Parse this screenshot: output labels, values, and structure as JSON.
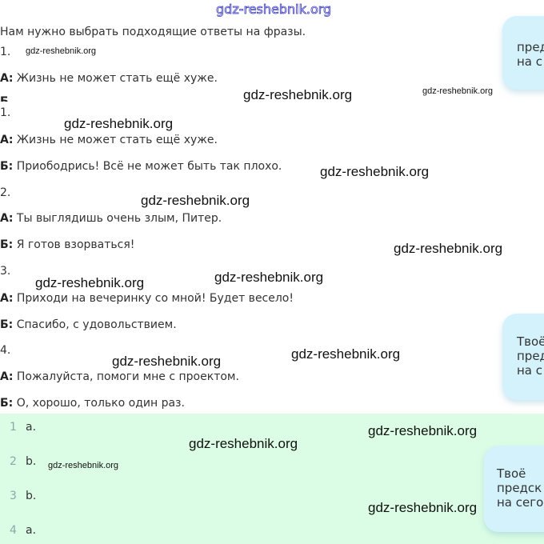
{
  "header_watermark": "gdz-reshebnik.org",
  "intro": "Нам нужно выбрать подходящие ответы на фразы.",
  "partial": {
    "num": "1.",
    "a_label": "А:",
    "a_text": "Жизнь не может стать ещё хуже.",
    "cut": "Б"
  },
  "dialogues": [
    {
      "num": "1.",
      "a_label": "А:",
      "a_text": "Жизнь не может стать ещё хуже.",
      "b_label": "Б:",
      "b_text": "Приободрись! Всё не может быть так плохо."
    },
    {
      "num": "2.",
      "a_label": "А:",
      "a_text": "Ты выглядишь очень злым, Питер.",
      "b_label": "Б:",
      "b_text": "Я готов взорваться!"
    },
    {
      "num": "3.",
      "a_label": "А:",
      "a_text": "Приходи на вечеринку со мной! Будет весело!",
      "b_label": "Б:",
      "b_text": "Спасибо, с удовольствием."
    },
    {
      "num": "4.",
      "a_label": "А:",
      "a_text": "Пожалуйста, помоги мне с проектом.",
      "b_label": "Б:",
      "b_text": "О, хорошо, только один раз."
    }
  ],
  "answers": [
    {
      "num": "1",
      "val": "a."
    },
    {
      "num": "2",
      "val": "b."
    },
    {
      "num": "3",
      "val": "b."
    },
    {
      "num": "4",
      "val": "a."
    }
  ],
  "bubbles": [
    {
      "text": "пред\nна с"
    },
    {
      "text": "Твоё\nпред\nна с"
    },
    {
      "text": "Твоё\nпредск\nна сего"
    }
  ],
  "watermarks": [
    "gdz-reshebnik.org",
    "gdz-reshebnik.org",
    "gdz-reshebnik.org",
    "gdz-reshebnik.org",
    "gdz-reshebnik.org",
    "gdz-reshebnik.org",
    "gdz-reshebnik.org",
    "gdz-reshebnik.org",
    "gdz-reshebnik.org",
    "gdz-reshebnik.org",
    "gdz-reshebnik.org",
    "gdz-reshebnik.org",
    "gdz-reshebnik.org",
    "gdz-reshebnik.org",
    "gdz-reshebnik.org"
  ]
}
